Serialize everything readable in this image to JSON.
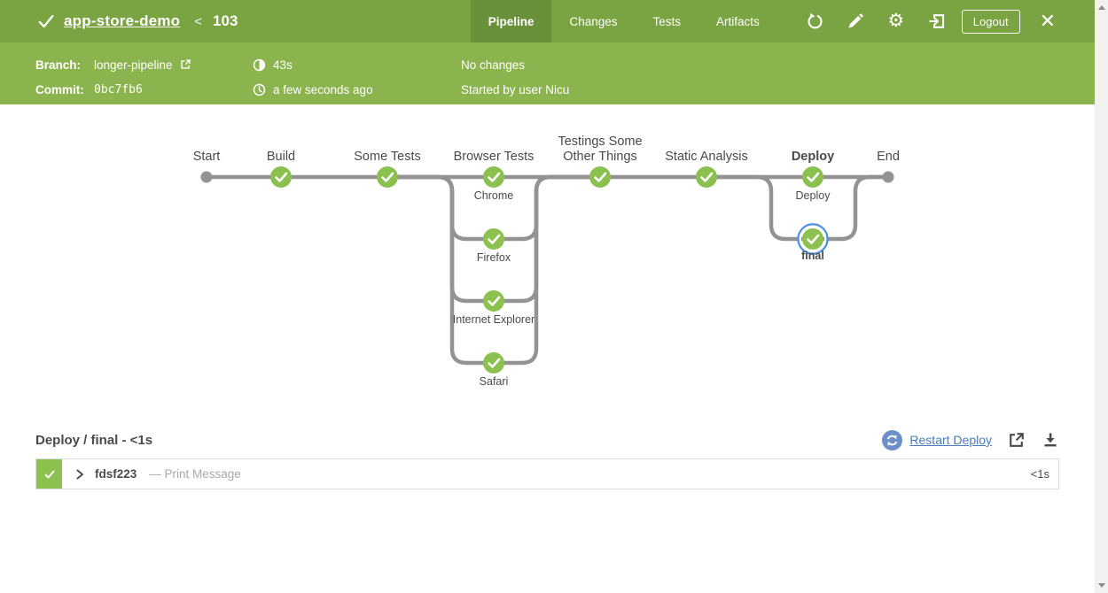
{
  "app": {
    "title": "app-store-demo",
    "run_separator": "<",
    "run_number": "103"
  },
  "tabs": [
    {
      "label": "Pipeline",
      "active": true
    },
    {
      "label": "Changes",
      "active": false
    },
    {
      "label": "Tests",
      "active": false
    },
    {
      "label": "Artifacts",
      "active": false
    }
  ],
  "header_actions": {
    "logout": "Logout"
  },
  "infobar": {
    "branch_label": "Branch:",
    "branch_value": "longer-pipeline",
    "commit_label": "Commit:",
    "commit_value": "0bc7fb6",
    "duration": "43s",
    "time_ago": "a few seconds ago",
    "changes": "No changes",
    "started_by": "Started by user Nicu"
  },
  "graph": {
    "stages": [
      {
        "label": "Start",
        "type": "start"
      },
      {
        "label": "Build",
        "status": "success"
      },
      {
        "label": "Some Tests",
        "status": "success"
      },
      {
        "label": "Browser Tests",
        "status": "success",
        "branches": [
          "Chrome",
          "Firefox",
          "Internet Explorer",
          "Safari"
        ]
      },
      {
        "label_line1": "Testings Some",
        "label_line2": "Other Things",
        "status": "success"
      },
      {
        "label": "Static Analysis",
        "status": "success"
      },
      {
        "label": "Deploy",
        "status": "success",
        "branches": [
          "Deploy",
          "final"
        ],
        "selected_branch": "final"
      },
      {
        "label": "End",
        "type": "end"
      }
    ]
  },
  "result": {
    "title": "Deploy / final - <1s",
    "restart_label": "Restart Deploy"
  },
  "log": {
    "step_id": "fdsf223",
    "step_desc": "— Print Message",
    "duration": "<1s"
  },
  "colors": {
    "header_green": "#7aa342",
    "active_tab_green": "#69913a",
    "subheader_green": "#8bb44e",
    "node_green": "#8cc04f",
    "line_gray": "#949393",
    "selected_ring_blue": "#4a90e2",
    "link_blue": "#4a7bbe",
    "restart_icon_blue": "#6d8fc9",
    "text_dark": "#4a4a4a",
    "text_muted": "#a9a9a9"
  }
}
